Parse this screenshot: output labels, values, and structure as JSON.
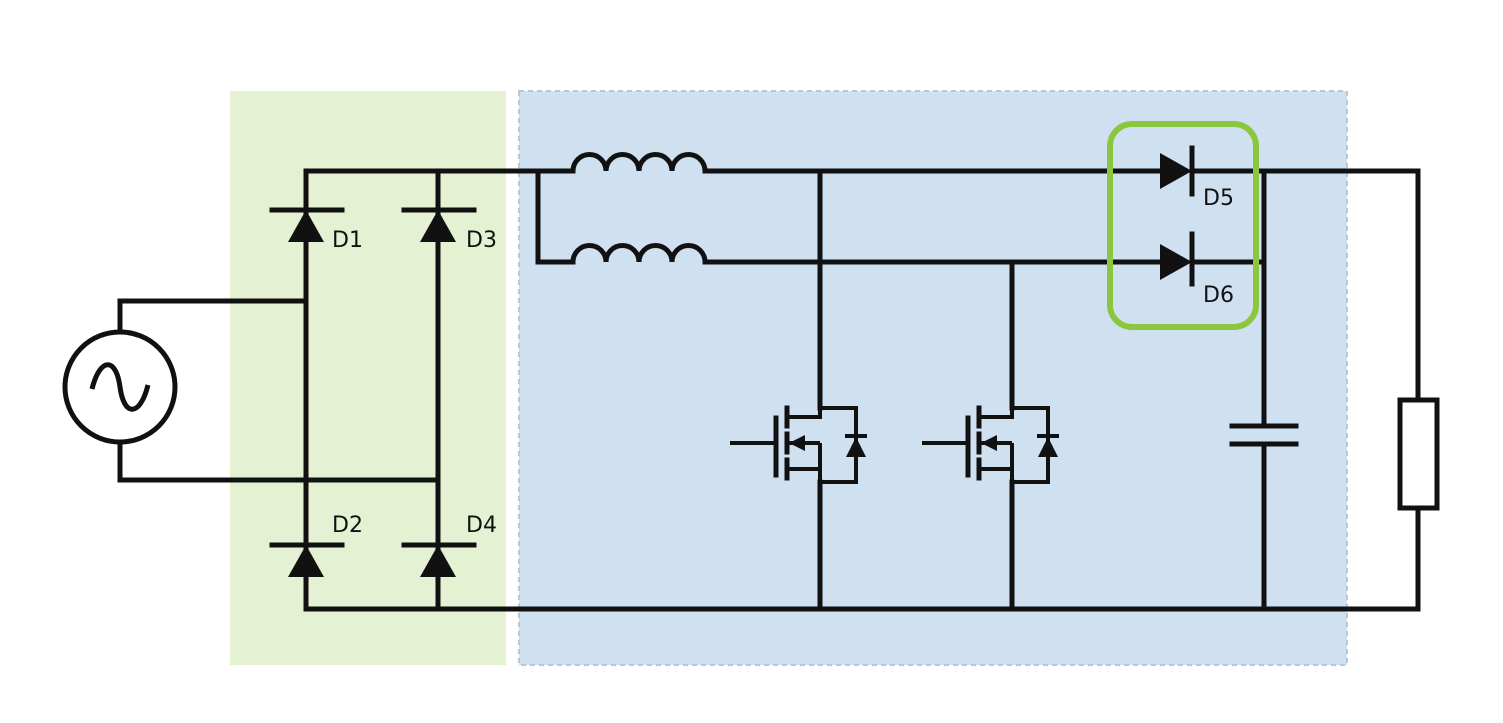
{
  "labels": {
    "d1": "D1",
    "d2": "D2",
    "d3": "D3",
    "d4": "D4",
    "d5": "D5",
    "d6": "D6"
  },
  "colors": {
    "rectifier_region": "#e5f1d3",
    "pfc_region": "#cfe1f1",
    "pfc_region_border": "#b9c7d4",
    "highlight": "#8cc63f",
    "wire": "#111111"
  }
}
